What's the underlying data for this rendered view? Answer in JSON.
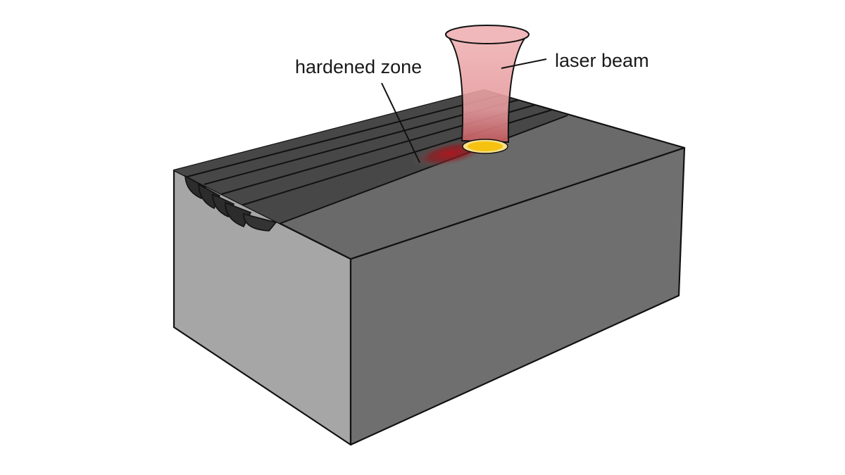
{
  "labels": {
    "hardened_zone": "hardened zone",
    "laser_beam": "laser beam"
  },
  "colors": {
    "background": "#ffffff",
    "block_top": "#6a6a6a",
    "block_front": "#6f6f6f",
    "block_left": "#a6a6a6",
    "hardened_track": "#474747",
    "track_end": "#2c2c2c",
    "laser_beam_fill": "#e9a7a9",
    "heat_glow": "#b3141c",
    "laser_spot": "#f6c212",
    "outline": "#111111"
  },
  "hardened_track_count": 5
}
